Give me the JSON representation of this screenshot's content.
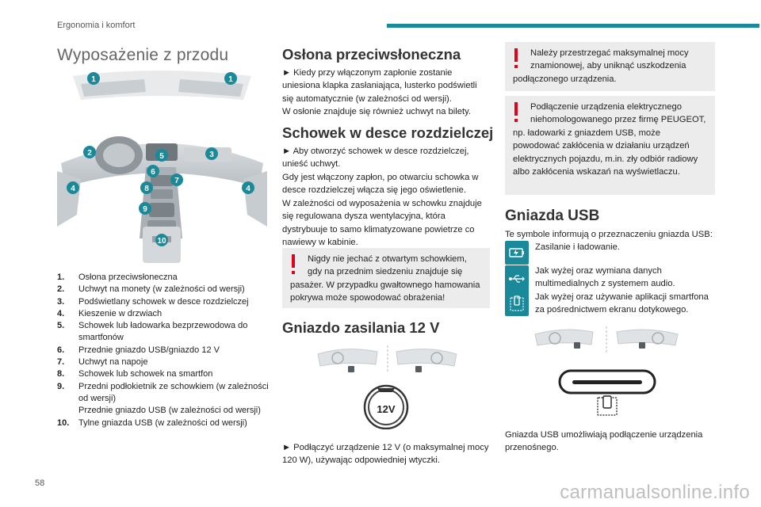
{
  "header": {
    "section": "Ergonomia i komfort"
  },
  "page_number": "58",
  "watermark": "carmanualsonline.info",
  "col1": {
    "title": "Wyposażenie z przodu",
    "callouts": [
      "1",
      "1",
      "2",
      "5",
      "3",
      "6",
      "7",
      "8",
      "4",
      "4",
      "9",
      "10"
    ],
    "list": [
      {
        "n": "1.",
        "t": "Osłona przeciwsłoneczna"
      },
      {
        "n": "2.",
        "t": "Uchwyt na monety (w zależności od wersji)"
      },
      {
        "n": "3.",
        "t": "Podświetlany schowek w desce rozdzielczej"
      },
      {
        "n": "4.",
        "t": "Kieszenie w drzwiach"
      },
      {
        "n": "5.",
        "t": "Schowek lub ładowarka bezprzewodowa do smartfonów"
      },
      {
        "n": "6.",
        "t": "Przednie gniazdo USB/gniazdo 12 V"
      },
      {
        "n": "7.",
        "t": "Uchwyt na napoje"
      },
      {
        "n": "8.",
        "t": "Schowek lub schowek na smartfon"
      },
      {
        "n": "9.",
        "t": "Przedni podłokietnik ze schowkiem (w zależności od wersji)"
      },
      {
        "n": "",
        "t": "Przednie gniazdo USB (w zależności od wersji)"
      },
      {
        "n": "10.",
        "t": "Tylne gniazda USB (w zależności od wersji)"
      }
    ]
  },
  "col2": {
    "sun_title": "Osłona przeciwsłoneczna",
    "sun_p1": "► Kiedy przy włączonym zapłonie zostanie uniesiona klapka zasłaniająca, lusterko podświetli się automatycznie (w zależności od wersji).",
    "sun_p2": "W osłonie znajduje się również uchwyt na bilety.",
    "glove_title": "Schowek w desce rozdzielczej",
    "glove_p1": "► Aby otworzyć schowek w desce rozdzielczej, unieść uchwyt.",
    "glove_p2": "Gdy jest włączony zapłon, po otwarciu schowka w desce rozdzielczej włącza się jego oświetlenie.",
    "glove_p3": "W zależności od wyposażenia w schowku znajduje się regulowana dysza wentylacyjna, która dystrybuuje to samo klimatyzowane powietrze co nawiewy w kabinie.",
    "glove_warn_1": "Nigdy nie jechać z otwartym schowkiem,",
    "glove_warn_2": "gdy na przednim siedzeniu znajduje się pasażer. W przypadku gwałtownego hamowania pokrywa może spowodować obrażenia!",
    "socket_title": "Gniazdo zasilania 12 V",
    "socket_label": "12V",
    "socket_p": "► Podłączyć urządzenie 12 V (o maksymalnej mocy 120 W), używając odpowiedniej wtyczki."
  },
  "col3": {
    "warn1_1": "Należy przestrzegać maksymalnej mocy",
    "warn1_2": "znamionowej, aby uniknąć uszkodzenia podłączonego urządzenia.",
    "warn2_1": "Podłączenie urządzenia elektrycznego",
    "warn2_2": "niehomologowanego przez firmę PEUGEOT, np. ładowarki z gniazdem USB, może powodować zakłócenia w działaniu urządzeń elektrycznych pojazdu, m.in. zły odbiór radiowy albo zakłócenia wskazań na wyświetlaczu.",
    "usb_title": "Gniazda USB",
    "usb_intro": "Te symbole informują o przeznaczeniu gniazda USB:",
    "usb_items": [
      {
        "icon": "battery-charge-icon",
        "text": "Zasilanie i ładowanie."
      },
      {
        "icon": "usb-icon",
        "text": "Jak wyżej oraz wymiana danych multimedialnych z systemem audio."
      },
      {
        "icon": "smartphone-mirror-icon",
        "text": "Jak wyżej oraz używanie aplikacji smartfona za pośrednictwem ekranu dotykowego."
      }
    ],
    "usb_p": "Gniazda USB umożliwiają podłączenie urządzenia przenośnego."
  },
  "colors": {
    "accent": "#1a8a9a",
    "warning": "#e2001a",
    "box": "#ececec"
  }
}
